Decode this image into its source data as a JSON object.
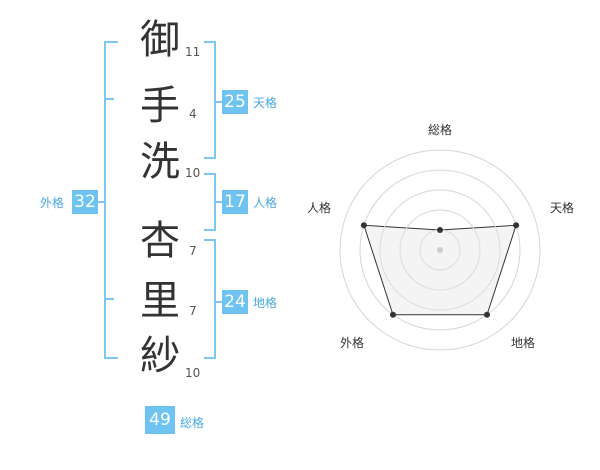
{
  "name": {
    "chars": [
      {
        "char": "御",
        "strokes": "11"
      },
      {
        "char": "手",
        "strokes": "4"
      },
      {
        "char": "洗",
        "strokes": "10"
      },
      {
        "char": "杏",
        "strokes": "7"
      },
      {
        "char": "里",
        "strokes": "7"
      },
      {
        "char": "紗",
        "strokes": "10"
      }
    ]
  },
  "fortunes": {
    "tenkaku": {
      "value": "25",
      "label": "天格"
    },
    "jinkaku": {
      "value": "17",
      "label": "人格"
    },
    "chikaku": {
      "value": "24",
      "label": "地格"
    },
    "gaikaku": {
      "value": "32",
      "label": "外格"
    },
    "soukaku": {
      "value": "49",
      "label": "総格"
    }
  },
  "chart_data": {
    "type": "radar",
    "axes": [
      "総格",
      "天格",
      "地格",
      "外格",
      "人格"
    ],
    "values": [
      1,
      4,
      4,
      4,
      4
    ],
    "max": 5,
    "rings": 5,
    "colors": {
      "fill": "#f2f2f2",
      "line": "#333333",
      "grid": "#d6d6d6"
    }
  }
}
